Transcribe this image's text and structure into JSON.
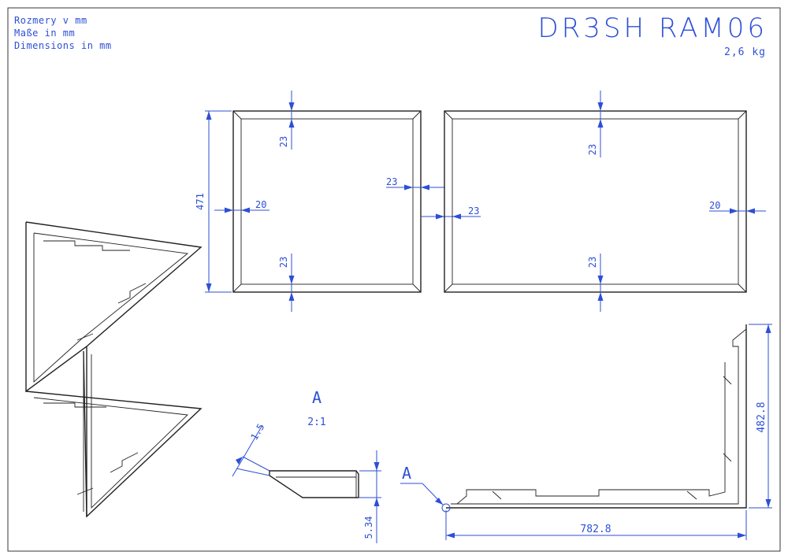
{
  "notes": {
    "line1": "Rozmery v mm",
    "line2": "Maße in mm",
    "line3": "Dimensions in mm"
  },
  "title": "DR3SH RAM06",
  "weight": "2,6 kg",
  "dimensions": {
    "top_left_height": "471",
    "top_left_top": "23",
    "top_left_bottom": "23",
    "top_left_side": "20",
    "between_upper": "23",
    "between_lower": "23",
    "top_right_top": "23",
    "top_right_bottom": "23",
    "top_right_side": "20",
    "bottom_width": "782.8",
    "bottom_height": "482.8",
    "detail_top": "1.5",
    "detail_bottom": "5.34"
  },
  "detail": {
    "label": "A",
    "scale": "2:1",
    "callout": "A"
  },
  "colors": {
    "annotation": "#2d4fd6",
    "line": "#222222"
  }
}
